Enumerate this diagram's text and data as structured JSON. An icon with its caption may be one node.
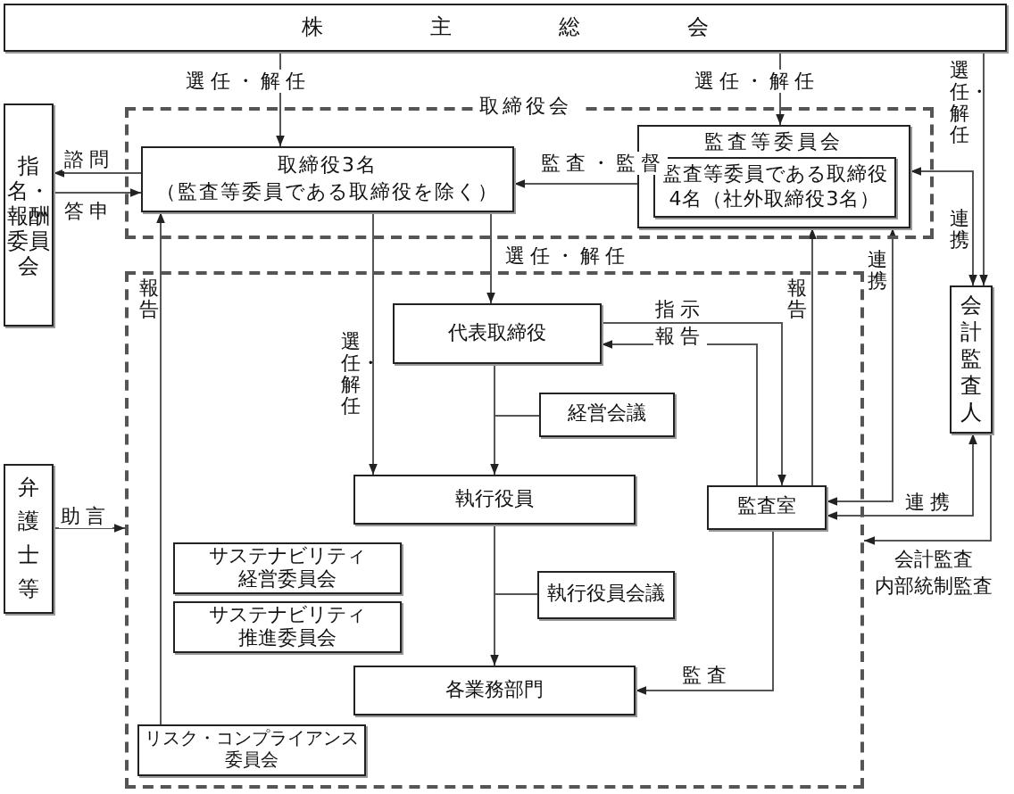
{
  "diagram": {
    "nodes": [
      {
        "text": [
          "株主総会"
        ]
      },
      {
        "text": [
          "取締役会"
        ]
      },
      {
        "text": [
          "取締役3名",
          "（監査等委員である取締役を除く）"
        ],
        "in": 1
      },
      {
        "text": [
          "監査等委員会"
        ],
        "in": 1
      },
      {
        "text": [
          "監査等委員である取締役4名（社外取締役3名）"
        ],
        "in": 3
      },
      {
        "text": [
          "指名・報酬委員会"
        ]
      },
      {
        "text": [],
        "shape": "box"
      },
      {
        "text": [
          "代表取締役"
        ],
        "in": 6
      },
      {
        "text": [
          "経営会議"
        ],
        "in": 6
      },
      {
        "text": [
          "執行役員"
        ],
        "in": 6
      },
      {
        "text": [
          "監査室"
        ],
        "in": 6
      },
      {
        "text": [
          "サステナビリティ経営委員会"
        ],
        "in": 6
      },
      {
        "text": [
          "サステナビリティ推進委員会"
        ],
        "in": 6
      },
      {
        "text": [
          "執行役員会議"
        ],
        "in": 6
      },
      {
        "text": [
          "各業務部門"
        ],
        "in": 6
      },
      {
        "text": [
          "リスク・コンプライアンス委員会"
        ],
        "in": 6
      },
      {
        "text": [
          "弁護士等"
        ]
      },
      {
        "text": [
          "会計監査人"
        ]
      }
    ],
    "edges": [
      {
        "from": 0,
        "to": 2,
        "arrow": "to",
        "label": "選任・解任"
      },
      {
        "from": 0,
        "to": 3,
        "arrow": "to",
        "label": "選任・解任"
      },
      {
        "from": 0,
        "to": 17,
        "arrow": "to",
        "label": "選任・解任"
      },
      {
        "from": 3,
        "to": 17,
        "arrow": "both",
        "label": "連携"
      },
      {
        "from": 2,
        "to": 5,
        "arrow": "to",
        "label": "諮問"
      },
      {
        "from": 5,
        "to": 2,
        "arrow": "to",
        "label": "答申"
      },
      {
        "from": 3,
        "to": 2,
        "arrow": "to",
        "label": "監査・監督"
      },
      {
        "from": 2,
        "to": 7,
        "arrow": "to",
        "label": "選任・解任"
      },
      {
        "from": 2,
        "to": 9,
        "arrow": "to",
        "label": "選任・解任"
      },
      {
        "from": 15,
        "to": 2,
        "arrow": "to",
        "label": "報告"
      },
      {
        "from": 7,
        "to": 9,
        "arrow": "to"
      },
      {
        "from": 7,
        "to": 8,
        "arrow": "none"
      },
      {
        "from": 9,
        "to": 14,
        "arrow": "to"
      },
      {
        "from": 9,
        "to": 13,
        "arrow": "none"
      },
      {
        "from": 7,
        "to": 10,
        "arrow": "to",
        "label": "指示"
      },
      {
        "from": 10,
        "to": 7,
        "arrow": "to",
        "label": "報告"
      },
      {
        "from": 10,
        "to": 3,
        "arrow": "to",
        "label": "報告"
      },
      {
        "from": 3,
        "to": 10,
        "arrow": "both",
        "label": "連携"
      },
      {
        "from": 10,
        "to": 17,
        "arrow": "both",
        "label": "連携"
      },
      {
        "from": 17,
        "to": 6,
        "arrow": "to",
        "label": "会計監査内部統制監査"
      },
      {
        "from": 10,
        "to": 14,
        "arrow": "to",
        "label": "監査"
      },
      {
        "from": 16,
        "to": 6,
        "arrow": "to",
        "label": "助言"
      }
    ]
  }
}
